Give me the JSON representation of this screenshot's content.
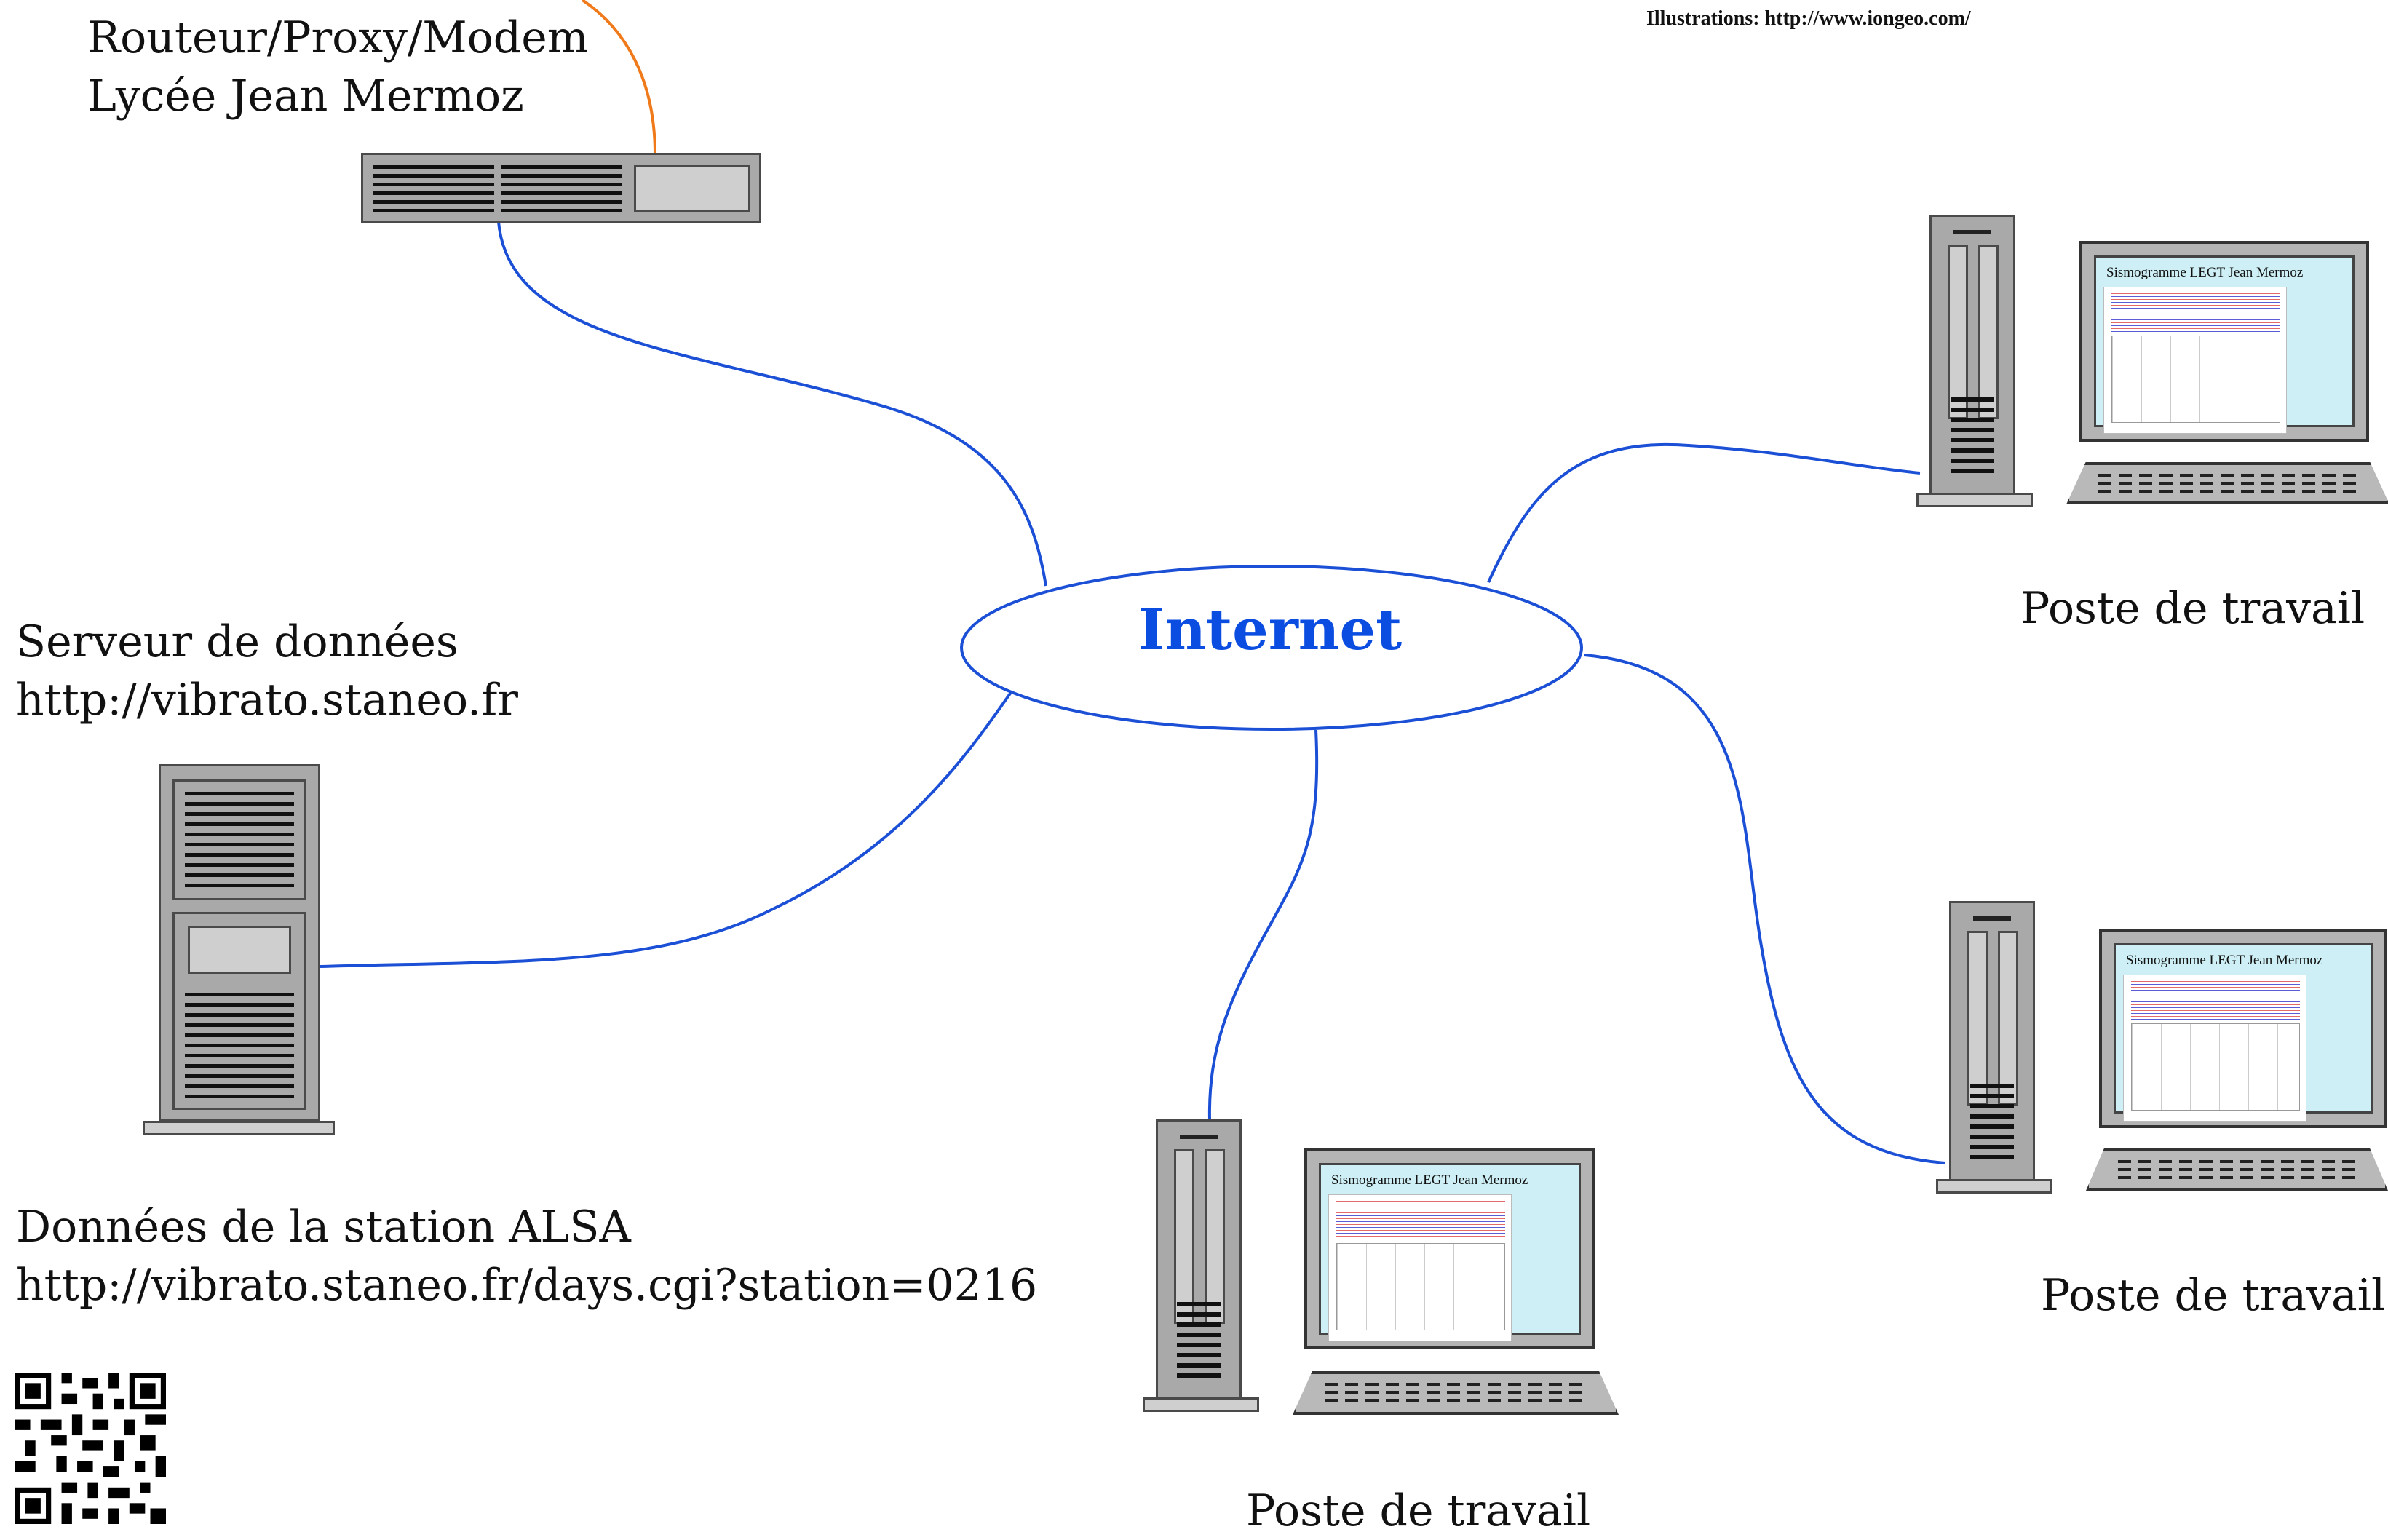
{
  "credit": "Illustrations: http://www.iongeo.com/",
  "internet": {
    "label": "Internet",
    "color": "#0a4de0"
  },
  "router": {
    "line1": "Routeur/Proxy/Modem",
    "line2": "Lycée Jean Mermoz",
    "icon": "router-icon"
  },
  "data_server": {
    "line1": "Serveur de données",
    "line2": "http://vibrato.staneo.fr",
    "icon": "server-tower-icon"
  },
  "station": {
    "line1": "Données de la station ALSA",
    "line2": "http://vibrato.staneo.fr/days.cgi?station=0216"
  },
  "workstations": [
    {
      "label": "Poste de travail",
      "screen_title": "Sismogramme LEGT Jean Mermoz"
    },
    {
      "label": "Poste de travail",
      "screen_title": "Sismogramme LEGT Jean Mermoz"
    },
    {
      "label": "Poste de travail",
      "screen_title": "Sismogramme LEGT Jean Mermoz"
    }
  ],
  "colors": {
    "link": "#1a4fd6",
    "uplink": "#f07a1a",
    "device_fill": "#a9a9a9",
    "screen": "#cdeff5"
  },
  "qr_code": {
    "icon": "qr-code-icon"
  }
}
